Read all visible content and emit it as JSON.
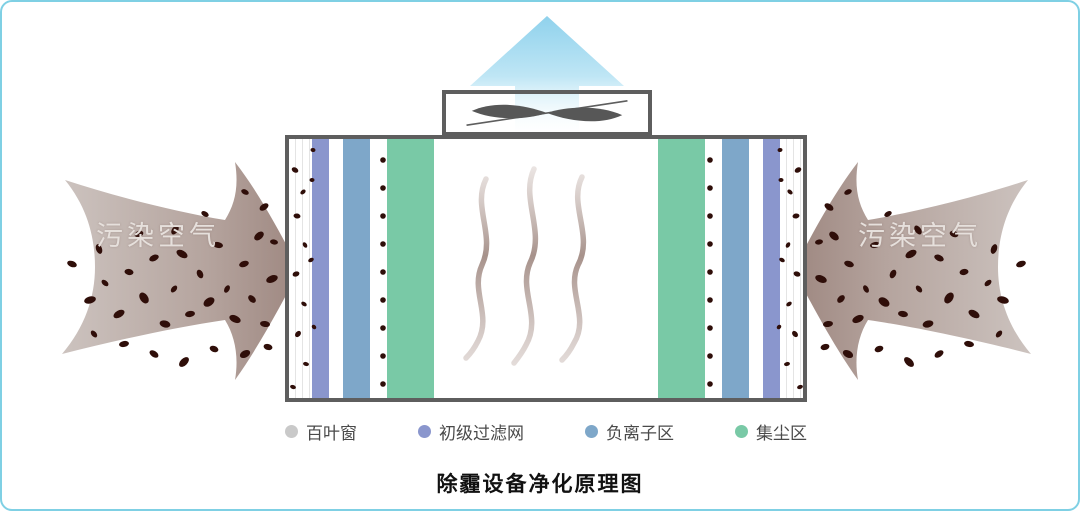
{
  "title": "除霾设备净化原理图",
  "arrows": {
    "left_label": "污染空气",
    "right_label": "污染空气"
  },
  "legend": {
    "items": [
      {
        "label": "百叶窗",
        "color": "#c9c9c9"
      },
      {
        "label": "初级过滤网",
        "color": "#8a96cd"
      },
      {
        "label": "负离子区",
        "color": "#7ea7c9"
      },
      {
        "label": "集尘区",
        "color": "#79c9a6"
      }
    ]
  },
  "colors": {
    "frame": "#7fd0e4",
    "device_border": "#5e5e5e",
    "louver": "#c9c9c9",
    "primary_filter": "#8a96cd",
    "ion_zone": "#7ea7c9",
    "dust_zone": "#79c9a6",
    "particle": "#2f0e09",
    "polluted_air_light": "#cdc4c0",
    "polluted_air_dark": "#9c857e",
    "clean_air_arrow": "#8ed1ec",
    "wave": "#a28c85"
  }
}
